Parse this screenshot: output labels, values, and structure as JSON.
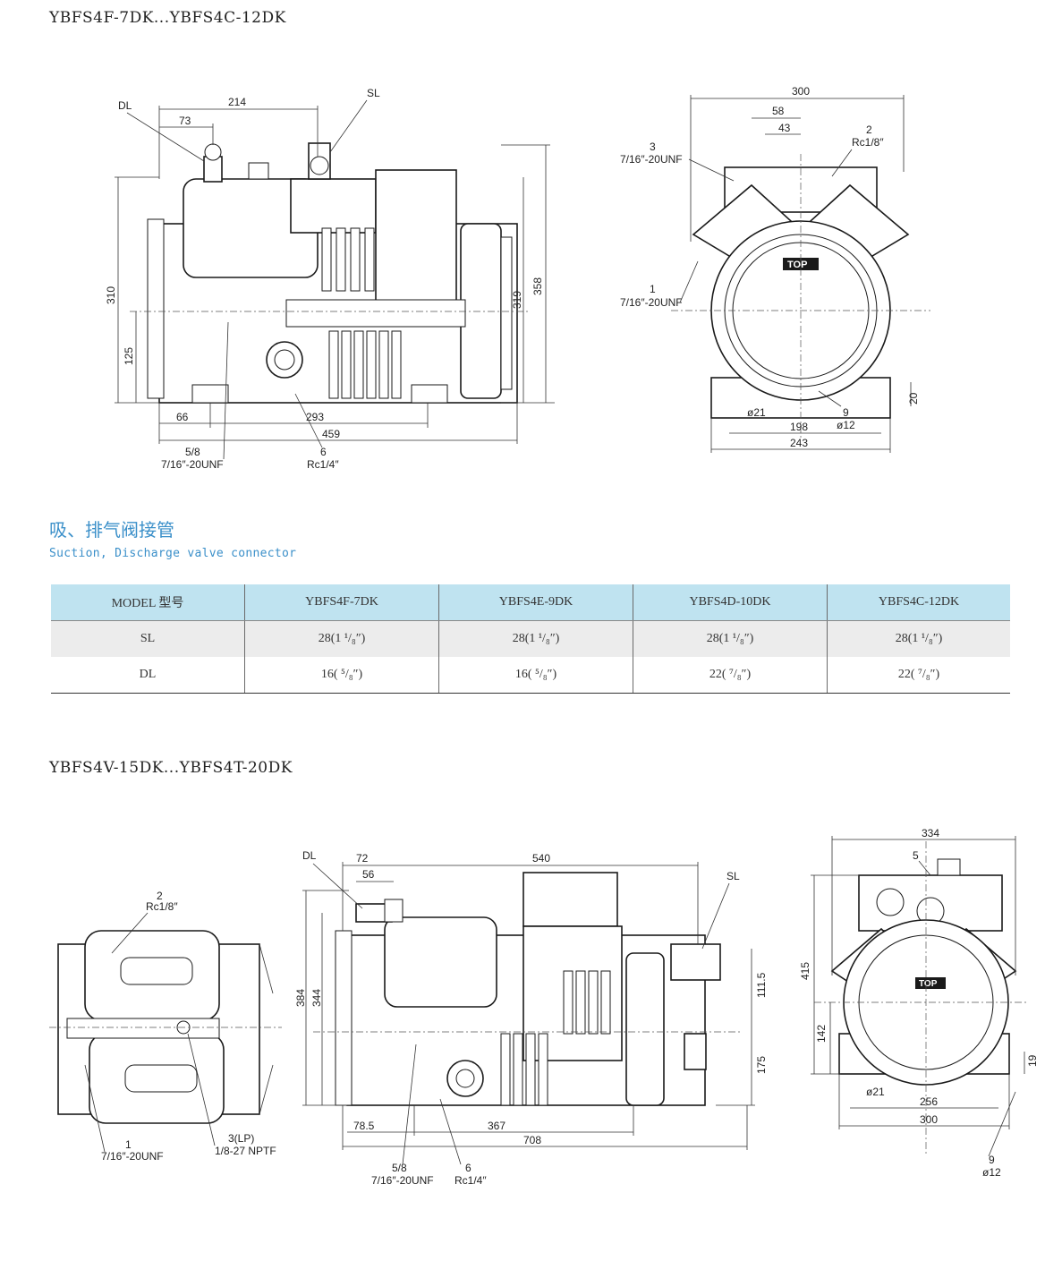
{
  "top_title": "YBFS4F-7DK...YBFS4C-12DK",
  "bottom_title": "YBFS4V-15DK...YBFS4T-20DK",
  "section": {
    "title_cn": "吸、排气阀接管",
    "title_en": "Suction,  Discharge  valve connector"
  },
  "table": {
    "headers": [
      "MODEL 型号",
      "YBFS4F-7DK",
      "YBFS4E-9DK",
      "YBFS4D-10DK",
      "YBFS4C-12DK"
    ],
    "rows": [
      [
        "SL",
        "28(1 ¹/₈″)",
        "28(1 ¹/₈″)",
        "28(1 ¹/₈″)",
        "28(1 ¹/₈″)"
      ],
      [
        "DL",
        "16( ⁵/₈″)",
        "16( ⁵/₈″)",
        "22( ⁷/₈″)",
        "22( ⁷/₈″)"
      ]
    ]
  },
  "drawing1": {
    "dl": "DL",
    "sl": "SL",
    "d214": "214",
    "d73": "73",
    "d310": "310",
    "d125": "125",
    "d319": "319",
    "d358": "358",
    "d66": "66",
    "d293": "293",
    "d459": "459",
    "n5a": "5/8",
    "n5b": "7/16″-20UNF",
    "n6a": "6",
    "n6b": "Rc1/4″"
  },
  "drawing2": {
    "d300": "300",
    "d58": "58",
    "d43": "43",
    "n2a": "2",
    "n2b": "Rc1/8″",
    "n3a": "3",
    "n3b": "7/16″-20UNF",
    "n1a": "1",
    "n1b": "7/16″-20UNF",
    "top": "TOP",
    "d20": "20",
    "d21": "ø21",
    "n9a": "9",
    "n9b": "ø12",
    "d198": "198",
    "d243": "243"
  },
  "drawing3": {
    "n2a": "2",
    "n2b": "Rc1/8″",
    "n1a": "1",
    "n1b": "7/16″-20UNF",
    "n3a": "3(LP)",
    "n3b": "1/8-27 NPTF"
  },
  "drawing4": {
    "dl": "DL",
    "sl": "SL",
    "d72": "72",
    "d56": "56",
    "d540": "540",
    "d384": "384",
    "d344": "344",
    "d1115": "111.5",
    "d175": "175",
    "d785": "78.5",
    "d367": "367",
    "d708": "708",
    "n5a": "5/8",
    "n5b": "7/16″-20UNF",
    "n6a": "6",
    "n6b": "Rc1/4″"
  },
  "drawing5": {
    "d334": "334",
    "n5": "5",
    "top": "TOP",
    "d415": "415",
    "d142": "142",
    "d19": "19",
    "d21": "ø21",
    "d256": "256",
    "d300": "300",
    "n9a": "9",
    "n9b": "ø12"
  }
}
